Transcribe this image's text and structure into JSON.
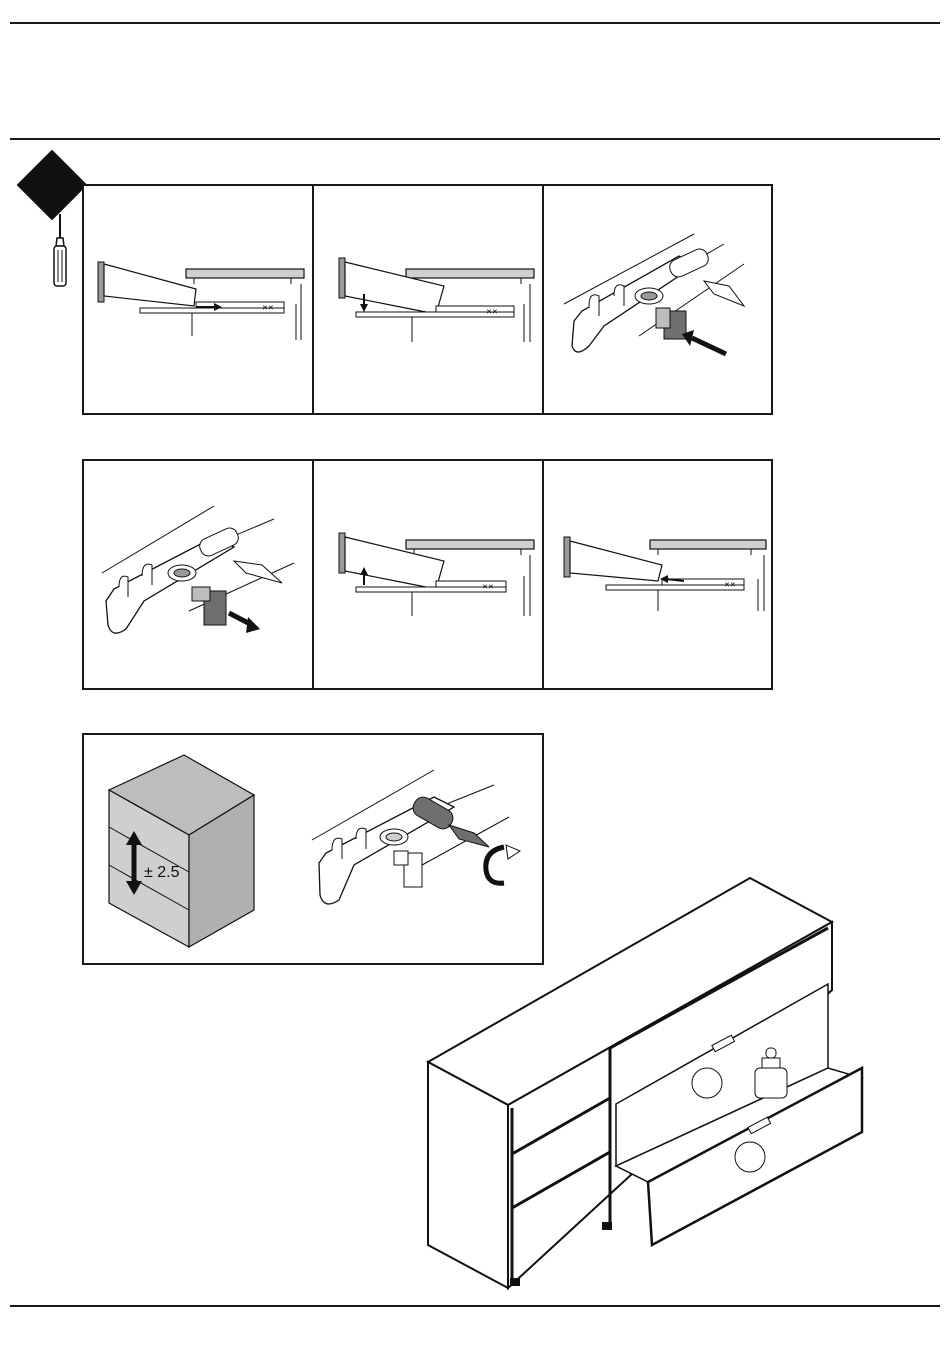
{
  "page": {
    "warning_icon": "black-diamond-icon",
    "tool_icon": "screwdriver-icon"
  },
  "panels": {
    "row1": [
      "drawer-lift-front-step",
      "drawer-tilt-down-step",
      "clip-push-in-step"
    ],
    "row2": [
      "clip-pull-out-step",
      "drawer-lift-up-step",
      "drawer-remove-step"
    ],
    "row3": [
      "height-adjust-cabinet",
      "adjust-screw-rotate"
    ]
  },
  "adjustment": {
    "label": "± 2.5"
  },
  "colors": {
    "line": "#1a1a1a",
    "clip_gray": "#6f6f6f",
    "panel_gray": "#cfcfcf",
    "shade_gray": "#9a9a9a"
  }
}
